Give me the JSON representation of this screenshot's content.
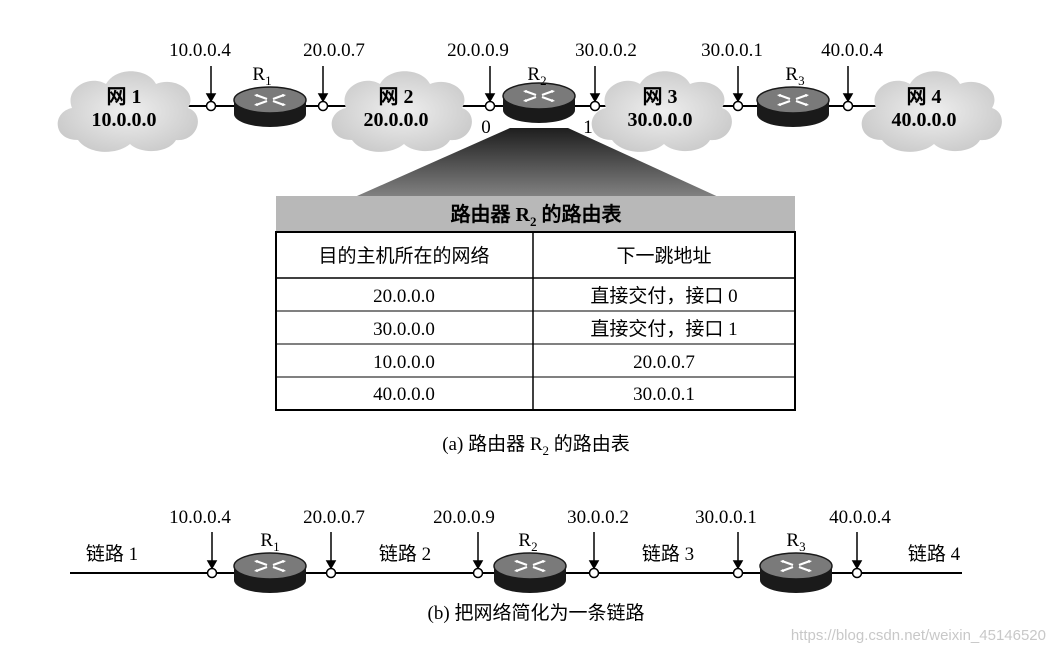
{
  "diagram_a": {
    "networks": [
      {
        "name": "网 1",
        "addr": "10.0.0.0"
      },
      {
        "name": "网 2",
        "addr": "20.0.0.0"
      },
      {
        "name": "网 3",
        "addr": "30.0.0.0"
      },
      {
        "name": "网 4",
        "addr": "40.0.0.0"
      }
    ],
    "interfaces": [
      "10.0.0.4",
      "20.0.0.7",
      "20.0.0.9",
      "30.0.0.2",
      "30.0.0.1",
      "40.0.0.4"
    ],
    "routers": [
      {
        "label": "R",
        "sub": "1"
      },
      {
        "label": "R",
        "sub": "2"
      },
      {
        "label": "R",
        "sub": "3"
      }
    ],
    "port_labels": [
      "0",
      "1"
    ],
    "table_title": "路由器 R",
    "table_title_sub": "2",
    "table_title_tail": " 的路由表",
    "table_headers": [
      "目的主机所在的网络",
      "下一跳地址"
    ],
    "table_rows": [
      [
        "20.0.0.0",
        "直接交付，接口 0"
      ],
      [
        "30.0.0.0",
        "直接交付，接口 1"
      ],
      [
        "10.0.0.0",
        "20.0.0.7"
      ],
      [
        "40.0.0.0",
        "30.0.0.1"
      ]
    ],
    "caption_pre": "(a) 路由器 R",
    "caption_sub": "2",
    "caption_post": " 的路由表"
  },
  "diagram_b": {
    "links": [
      "链路 1",
      "链路 2",
      "链路 3",
      "链路 4"
    ],
    "interfaces": [
      "10.0.0.4",
      "20.0.0.7",
      "20.0.0.9",
      "30.0.0.2",
      "30.0.0.1",
      "40.0.0.4"
    ],
    "routers": [
      {
        "label": "R",
        "sub": "1"
      },
      {
        "label": "R",
        "sub": "2"
      },
      {
        "label": "R",
        "sub": "3"
      }
    ],
    "caption": "(b) 把网络简化为一条链路"
  },
  "watermark": "https://blog.csdn.net/weixin_45146520"
}
